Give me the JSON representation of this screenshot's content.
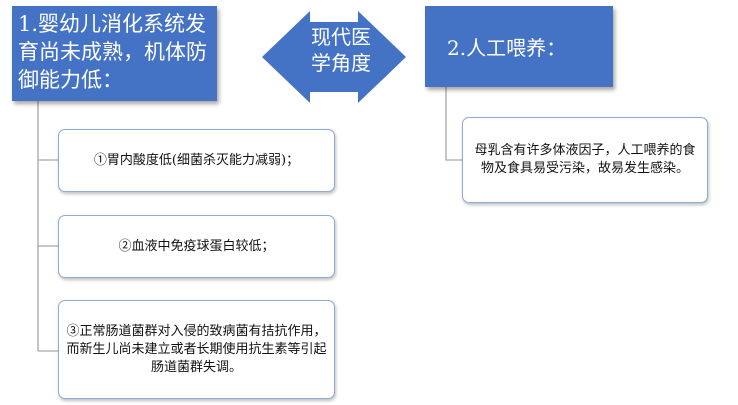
{
  "center": {
    "label_line1": "现代医",
    "label_line2": "学角度"
  },
  "left": {
    "title": "1.婴幼儿消化系统发育尚未成熟，机体防御能力低：",
    "items": [
      "①胃内酸度低(细菌杀灭能力减弱)；",
      "②血液中免疫球蛋白较低；",
      "③正常肠道菌群对入侵的致病菌有拮抗作用，而新生儿尚未建立或者长期使用抗生素等引起肠道菌群失调。"
    ]
  },
  "right": {
    "title": "2.人工喂养：",
    "items": [
      "母乳含有许多体液因子，人工喂养的食物及食具易受污染，故易发生感染。"
    ]
  },
  "colors": {
    "header_fill": "#4472c4",
    "card_border": "#8eaadb",
    "connector": "#a6a6a6"
  }
}
